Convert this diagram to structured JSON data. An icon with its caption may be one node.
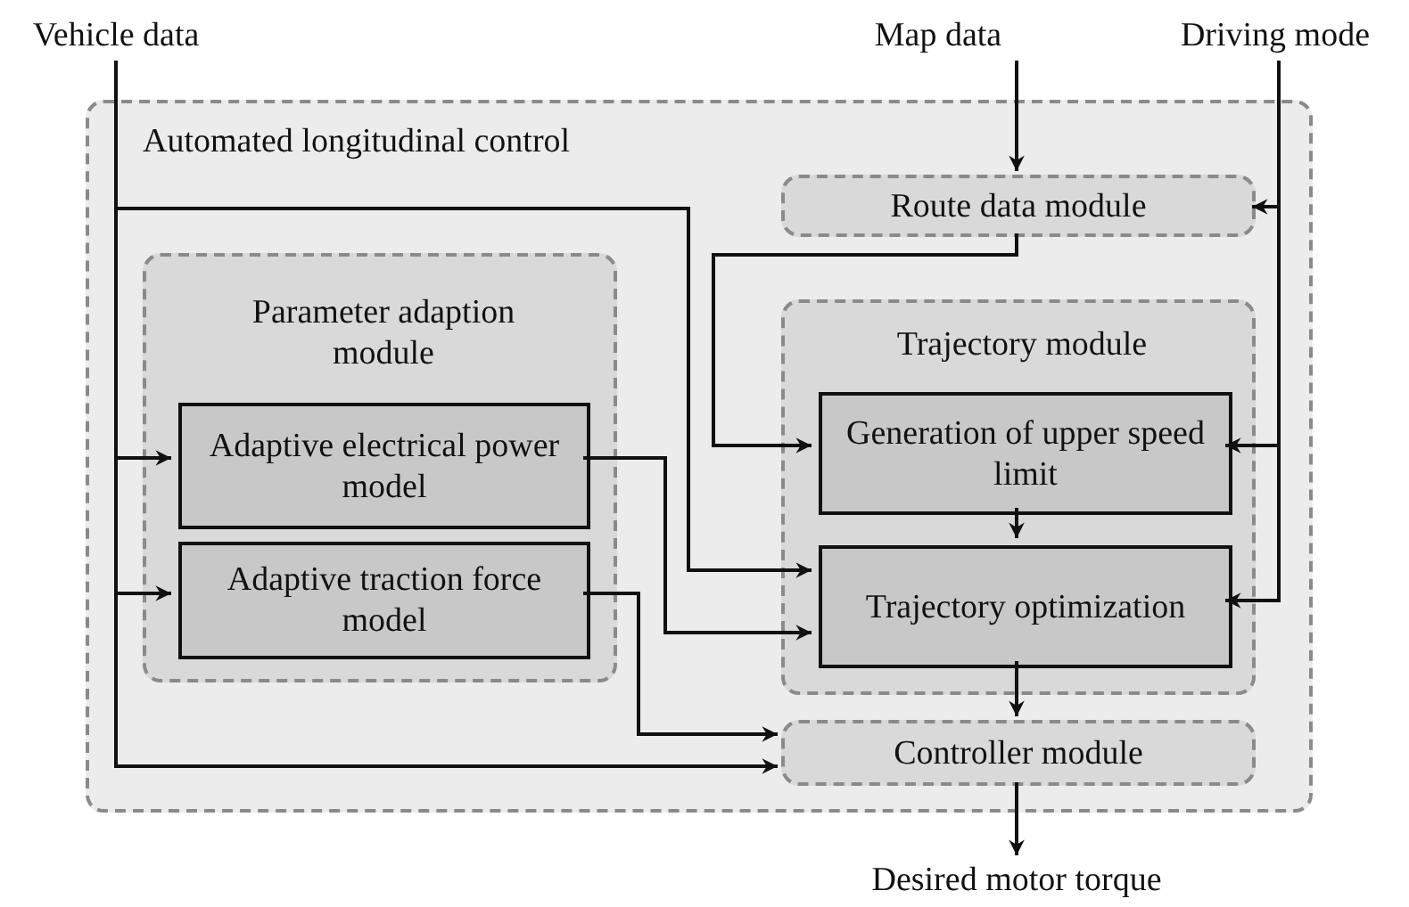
{
  "diagram": {
    "nodes": [
      {
        "text": [
          "Vehicle data"
        ]
      },
      {
        "text": [
          "Map data"
        ]
      },
      {
        "text": [
          "Driving mode"
        ]
      },
      {
        "text": [
          "Automated longitudinal control"
        ]
      },
      {
        "text": [
          "Route data module"
        ],
        "in": 3
      },
      {
        "text": [
          "Parameter adaption module"
        ],
        "in": 3
      },
      {
        "text": [
          "Adaptive electrical power model"
        ],
        "in": 5
      },
      {
        "text": [
          "Adaptive traction force model"
        ],
        "in": 5
      },
      {
        "text": [
          "Trajectory module"
        ],
        "in": 3
      },
      {
        "text": [
          "Generation of upper speed limit"
        ],
        "in": 8
      },
      {
        "text": [
          "Trajectory optimization"
        ],
        "in": 8
      },
      {
        "text": [
          "Controller module"
        ],
        "in": 3
      },
      {
        "text": [
          "Desired motor torque"
        ]
      }
    ],
    "edges": [
      {
        "from": 0,
        "to": 6,
        "arrow": "to"
      },
      {
        "from": 0,
        "to": 7,
        "arrow": "to"
      },
      {
        "from": 0,
        "to": 10,
        "arrow": "to"
      },
      {
        "from": 0,
        "to": 11,
        "arrow": "to"
      },
      {
        "from": 1,
        "to": 4,
        "arrow": "to"
      },
      {
        "from": 2,
        "to": 4,
        "arrow": "to"
      },
      {
        "from": 2,
        "to": 9,
        "arrow": "to"
      },
      {
        "from": 2,
        "to": 10,
        "arrow": "to"
      },
      {
        "from": 4,
        "to": 9,
        "arrow": "to"
      },
      {
        "from": 6,
        "to": 10,
        "arrow": "to"
      },
      {
        "from": 7,
        "to": 11,
        "arrow": "to"
      },
      {
        "from": 9,
        "to": 10,
        "arrow": "to"
      },
      {
        "from": 10,
        "to": 11,
        "arrow": "to"
      },
      {
        "from": 11,
        "to": 12,
        "arrow": "to"
      }
    ]
  }
}
